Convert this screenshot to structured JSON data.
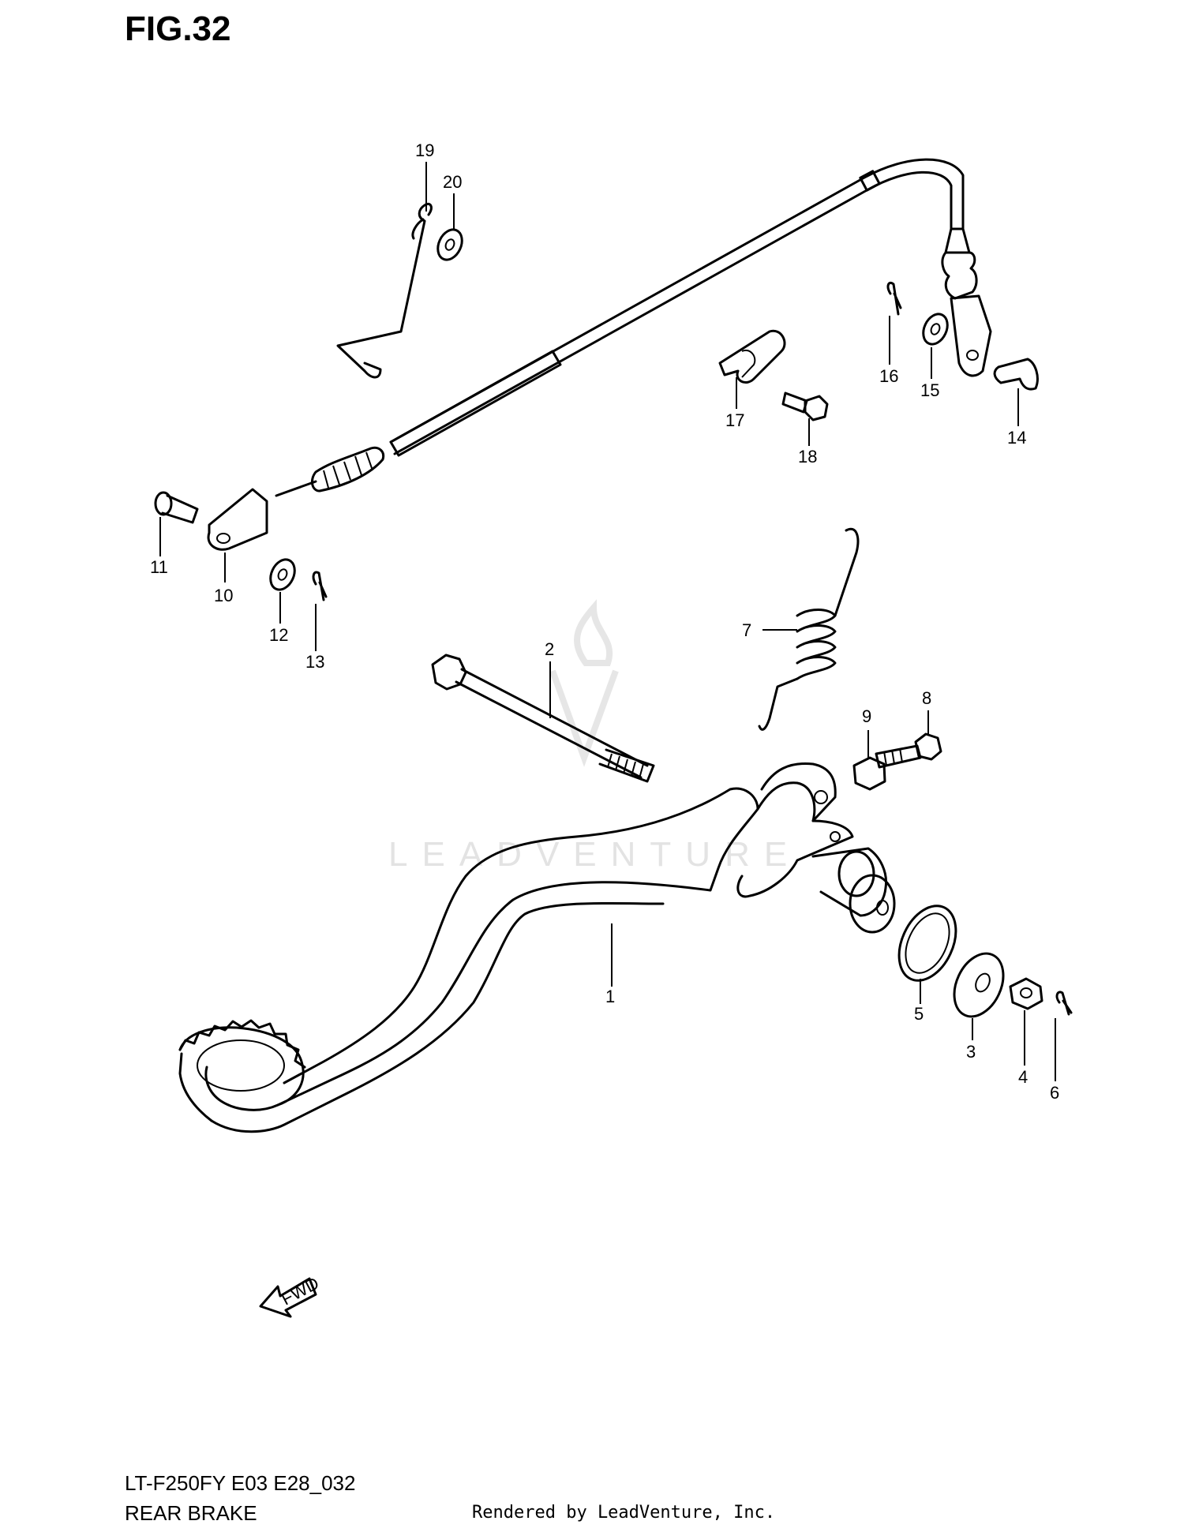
{
  "figure": {
    "title": "FIG.32",
    "model_code": "LT-F250FY E03 E28_032",
    "caption": "REAR BRAKE",
    "credit": "Rendered by LeadVenture, Inc.",
    "watermark": "LEADVENTURE",
    "forward_arrow_label": "FWD"
  },
  "callouts": [
    {
      "label": "1",
      "part": "brake-pedal"
    },
    {
      "label": "2",
      "part": "pivot-bolt"
    },
    {
      "label": "3",
      "part": "washer"
    },
    {
      "label": "4",
      "part": "nut"
    },
    {
      "label": "5",
      "part": "o-ring"
    },
    {
      "label": "6",
      "part": "cotter-pin"
    },
    {
      "label": "7",
      "part": "return-spring"
    },
    {
      "label": "8",
      "part": "bolt"
    },
    {
      "label": "9",
      "part": "nut"
    },
    {
      "label": "10",
      "part": "cable-joint"
    },
    {
      "label": "11",
      "part": "pin"
    },
    {
      "label": "12",
      "part": "washer"
    },
    {
      "label": "13",
      "part": "cotter-pin"
    },
    {
      "label": "14",
      "part": "pin"
    },
    {
      "label": "15",
      "part": "washer"
    },
    {
      "label": "16",
      "part": "cotter-pin"
    },
    {
      "label": "17",
      "part": "cable-clamp"
    },
    {
      "label": "18",
      "part": "bolt"
    },
    {
      "label": "19",
      "part": "cable-guide-wire"
    },
    {
      "label": "20",
      "part": "washer"
    }
  ],
  "colors": {
    "line": "#000000",
    "background": "#ffffff",
    "watermark": "#e3e3e3"
  }
}
